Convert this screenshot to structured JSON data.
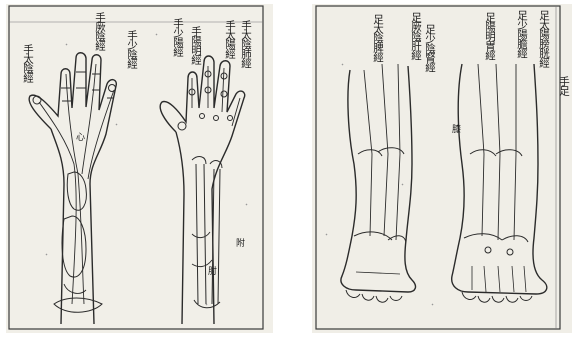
{
  "left_page": {
    "heading": "手太陰肺經",
    "labels": {
      "shou_taiyin_jing": "手太陰經",
      "shou_jueyin_jing": "手厥陰經",
      "shou_shaoyin_jing": "手少陰經",
      "shou_shaoyang_jing": "手少陽經",
      "shou_yangming_jing": "手陽明經",
      "shou_taiyang_jing": "手太陽經",
      "xin": "心",
      "zhou": "肘",
      "fu": "附"
    }
  },
  "right_page": {
    "heading": "足太陽膀胱經",
    "labels": {
      "zu_taiyin_pi_jing": "足太陰脾經",
      "zu_jueyin_gan_jing": "足厥陰肝經",
      "zu_shaoyin_shen_jing": "足少陰腎經",
      "zu_yangming_wei_jing": "足陽明胃經",
      "zu_shaoyang_dan_jing": "足少陽膽經",
      "xi": "膝",
      "shou_edge": "手足"
    }
  }
}
